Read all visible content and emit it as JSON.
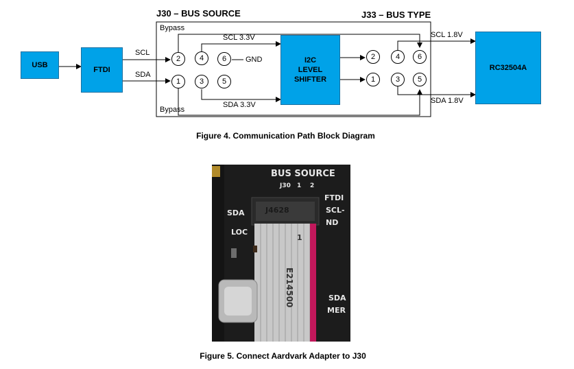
{
  "figure4": {
    "header_j30": "J30 – BUS SOURCE",
    "header_j33": "J33 – BUS TYPE",
    "blocks": {
      "usb": "USB",
      "ftdi": "FTDI",
      "shifter": [
        "I2C",
        "LEVEL",
        "SHIFTER"
      ],
      "rc": "RC32504A"
    },
    "labels": {
      "bypass_top": "Bypass",
      "bypass_bottom": "Bypass",
      "scl": "SCL",
      "sda": "SDA",
      "scl_33": "SCL 3.3V",
      "sda_33": "SDA 3.3V",
      "gnd": "GND",
      "scl_18": "SCL 1.8V",
      "sda_18": "SDA 1.8V"
    },
    "j30_pins": [
      "2",
      "4",
      "6",
      "1",
      "3",
      "5"
    ],
    "j33_pins": [
      "2",
      "4",
      "6",
      "1",
      "3",
      "5"
    ],
    "caption": "Figure 4. Communication Path Block Diagram"
  },
  "figure5": {
    "photo_text": {
      "bus_source": "BUS SOURCE",
      "j30": "J30",
      "pin1": "1",
      "pin2": "2",
      "ftdi_frag": "FTDI",
      "scl_frag": "SCL-",
      "gnd_frag": "ND",
      "sda_left": "SDA",
      "sda_right": "SDA",
      "loc": "LOC",
      "connector": "J4628",
      "cable_one": "1",
      "cable_print": "E214500",
      "mer": "MER"
    },
    "caption": "Figure 5. Connect Aardvark Adapter to J30"
  }
}
